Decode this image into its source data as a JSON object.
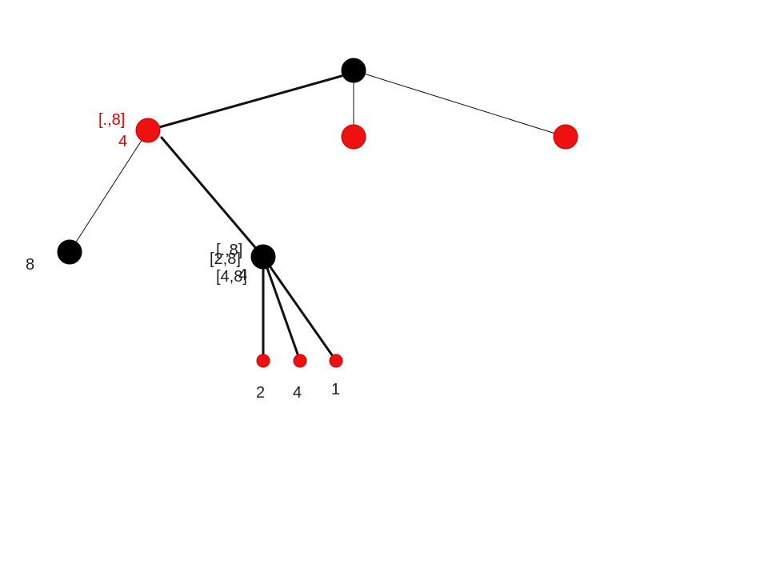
{
  "colors": {
    "node_black": "#000000",
    "node_red": "#ee1111",
    "label_red": "#e00000",
    "label_black": "#222222",
    "edge": "#111111"
  },
  "tree": {
    "nodes": [
      {
        "id": "root",
        "color": "black"
      },
      {
        "id": "n1",
        "color": "red"
      },
      {
        "id": "n2",
        "color": "red"
      },
      {
        "id": "n3",
        "color": "red"
      },
      {
        "id": "n4",
        "color": "black"
      },
      {
        "id": "n5",
        "color": "black"
      },
      {
        "id": "leaf-2",
        "color": "red"
      },
      {
        "id": "leaf-4",
        "color": "red"
      },
      {
        "id": "leaf-1",
        "color": "red"
      }
    ],
    "edges": [
      {
        "from": "root",
        "to": "n1",
        "weight": "thick"
      },
      {
        "from": "root",
        "to": "n2",
        "weight": "thin"
      },
      {
        "from": "root",
        "to": "n3",
        "weight": "thin"
      },
      {
        "from": "n1",
        "to": "n4",
        "weight": "thin"
      },
      {
        "from": "n1",
        "to": "n5",
        "weight": "thick"
      },
      {
        "from": "n5",
        "to": "leaf-2",
        "weight": "thick"
      },
      {
        "from": "n5",
        "to": "leaf-4",
        "weight": "thick"
      },
      {
        "from": "n5",
        "to": "leaf-1",
        "weight": "thick"
      }
    ]
  },
  "labels": {
    "n1_interval": "[.,8]",
    "n1_value": "4",
    "n4_value": "8",
    "n5_interval_a": "[.,8]",
    "n5_interval_b": "[2,8]",
    "n5_interval_c": "[4,8]",
    "n5_value": "4",
    "leaf_2_value": "2",
    "leaf_4_value": "4",
    "leaf_1_value": "1"
  }
}
